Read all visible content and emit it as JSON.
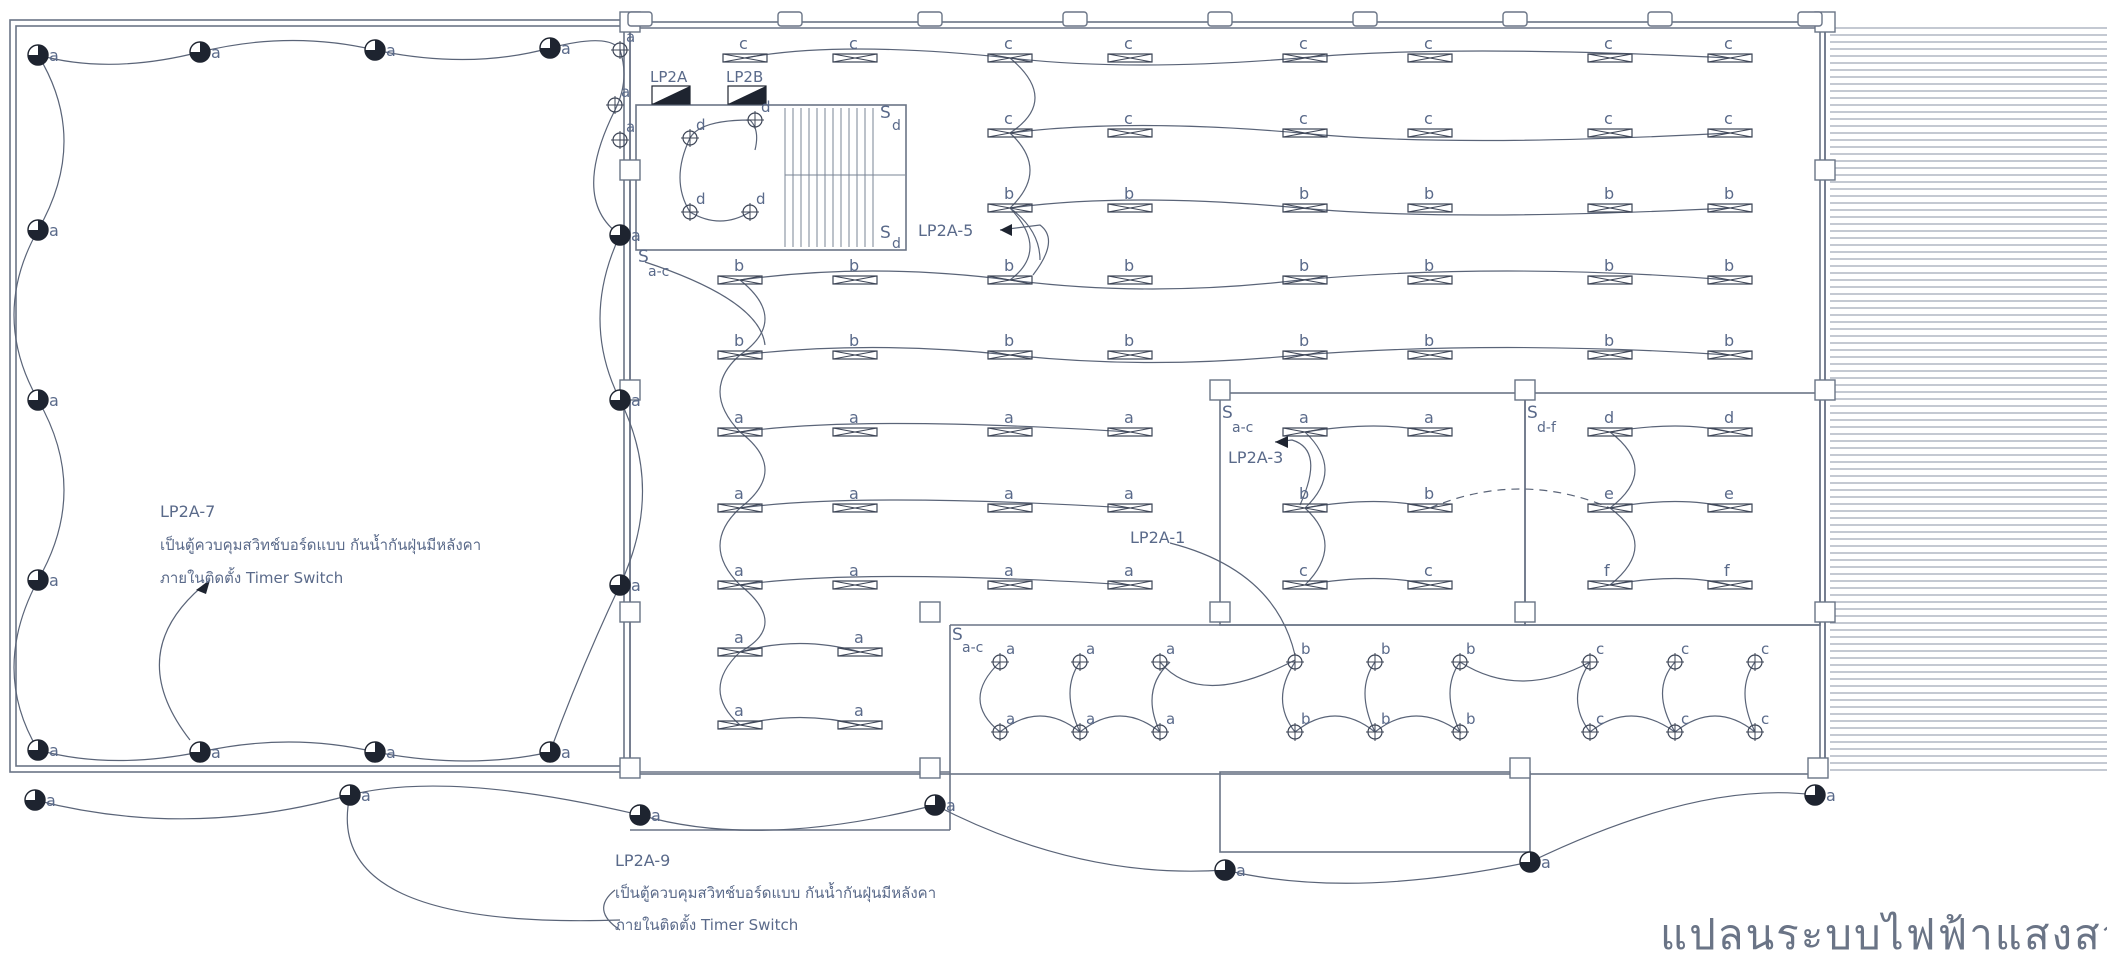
{
  "panels": {
    "lp2a": "LP2A",
    "lp2b": "LP2B"
  },
  "circuits": {
    "lp2a_1": "LP2A-1",
    "lp2a_3": "LP2A-3",
    "lp2a_5": "LP2A-5",
    "lp2a_7": "LP2A-7",
    "lp2a_9": "LP2A-9"
  },
  "notes": {
    "note1_line1": "เป็นตู้ควบคุมสวิทช์บอร์ดแบบ กันน้ำกันฝุ่นมีหลังคา",
    "note1_line2": "ภายในติดตั้ง Timer Switch",
    "note2_line1": "เป็นตู้ควบคุมสวิทช์บอร์ดแบบ กันน้ำกันฝุ่นมีหลังคา",
    "note2_line2": "ภายในติดตั้ง Timer Switch"
  },
  "switches": {
    "s_a_c_1": "a-c",
    "s_a_c_2": "a-c",
    "s_a_c_3": "a-c",
    "s_d_f": "d-f",
    "s_d_1": "d",
    "s_d_2": "d"
  },
  "switch_symbol": "S",
  "drawing_title": "แปลนระบบไฟฟ้าแสงสว่าง",
  "fixture_codes": [
    "a",
    "b",
    "c",
    "d",
    "e",
    "f"
  ],
  "colors": {
    "line": "#5a6478",
    "text": "#5a6a8a",
    "wall": "#6a7486"
  }
}
